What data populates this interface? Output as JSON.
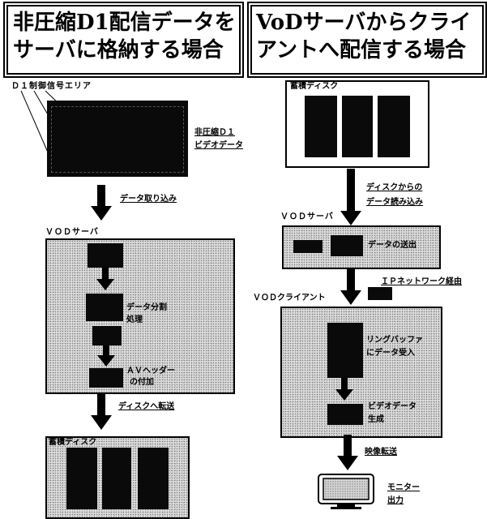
{
  "left_title": {
    "line1": "非圧縮D1配信データを",
    "line2": "サーバに格納する場合"
  },
  "right_title": {
    "line1": "VoDサーバからクライ",
    "line2": "アントへ配信する場合"
  },
  "left": {
    "d1_area_label": "Ｄ１制御信号エリア",
    "video_data_label_1": "非圧縮Ｄ１",
    "video_data_label_2": "ビデオデータ",
    "ingest_label": "データ取り込み",
    "vod_server_label": "ＶＯＤサーバ",
    "split_label_1": "データ分割",
    "split_label_2": "処理",
    "av_header_label_1": "ＡＶヘッダー",
    "av_header_label_2": "の付加",
    "to_disk_label": "ディスクへ転送",
    "storage_disk_label": "蓄積ディスク"
  },
  "right": {
    "storage_disk_label": "蓄積ディスク",
    "read_label_1": "ディスクからの",
    "read_label_2": "データ読み込み",
    "vod_server_label": "ＶＯＤサーバ",
    "send_label": "データの送出",
    "ip_network_label": "ＩＰネットワーク経由",
    "vod_client_label": "ＶＯＤクライアント",
    "ring_buffer_label_1": "リングバッファ",
    "ring_buffer_label_2": "にデータ受入",
    "video_gen_label_1": "ビデオデータ",
    "video_gen_label_2": "生成",
    "video_transfer_label": "映像転送",
    "monitor_label_1": "モニター",
    "monitor_label_2": "出力"
  }
}
